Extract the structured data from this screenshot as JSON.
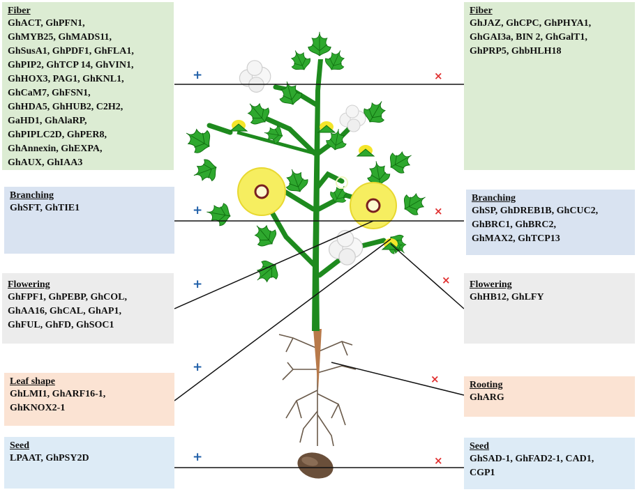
{
  "colors": {
    "positive": "#1f5fa8",
    "negative": "#e03030",
    "stem": "#1e8a1e",
    "leaf": "#2ea82e",
    "flower": "#f6ee60",
    "root": "#b87a4a"
  },
  "left_boxes": [
    {
      "title": "Fiber",
      "lines": [
        "GhACT, GhPFN1,",
        "GhMYB25, GhMADS11,",
        "GhSusA1, GhPDF1, GhFLA1,",
        "GhPIP2, GhTCP 14, GhVIN1,",
        "GhHOX3, PAG1, GhKNL1,",
        "GhCaM7, GhFSN1,",
        "GhHDA5, GhHUB2, C2H2,",
        "GaHD1, GhAlaRP,",
        "GhPIPLC2D, GhPER8,",
        "GhAnnexin, GhEXPA,",
        "GhAUX, GhIAA3"
      ]
    },
    {
      "title": "Branching",
      "lines": [
        "GhSFT, GhTIE1"
      ]
    },
    {
      "title": "Flowering",
      "lines": [
        "GhFPF1, GhPEBP, GhCOL,",
        "GhAA16, GhCAL, GhAP1,",
        "GhFUL, GhFD, GhSOC1"
      ]
    },
    {
      "title": "Leaf shape",
      "lines": [
        "GhLMI1, GhARF16-1,",
        "GhKNOX2-1"
      ]
    },
    {
      "title": "Seed",
      "lines": [
        "LPAAT, GhPSY2D"
      ]
    }
  ],
  "right_boxes": [
    {
      "title": "Fiber",
      "lines": [
        "GhJAZ, GhCPC, GhPHYA1,",
        "GhGAI3a, BIN 2, GhGalT1,",
        "GhPRP5, GhbHLH18"
      ]
    },
    {
      "title": "Branching",
      "lines": [
        "GhSP, GhDREB1B, GhCUC2,",
        "GhBRC1, GhBRC2,",
        "GhMAX2, GhTCP13"
      ]
    },
    {
      "title": "Flowering",
      "lines": [
        "GhHB12, GhLFY"
      ]
    },
    {
      "title": "Rooting",
      "lines": [
        "GhARG"
      ]
    },
    {
      "title": "Seed",
      "lines": [
        "GhSAD-1, GhFAD2-1, CAD1,",
        "CGP1"
      ]
    }
  ],
  "marks": {
    "plus": "+",
    "cross": "×"
  }
}
